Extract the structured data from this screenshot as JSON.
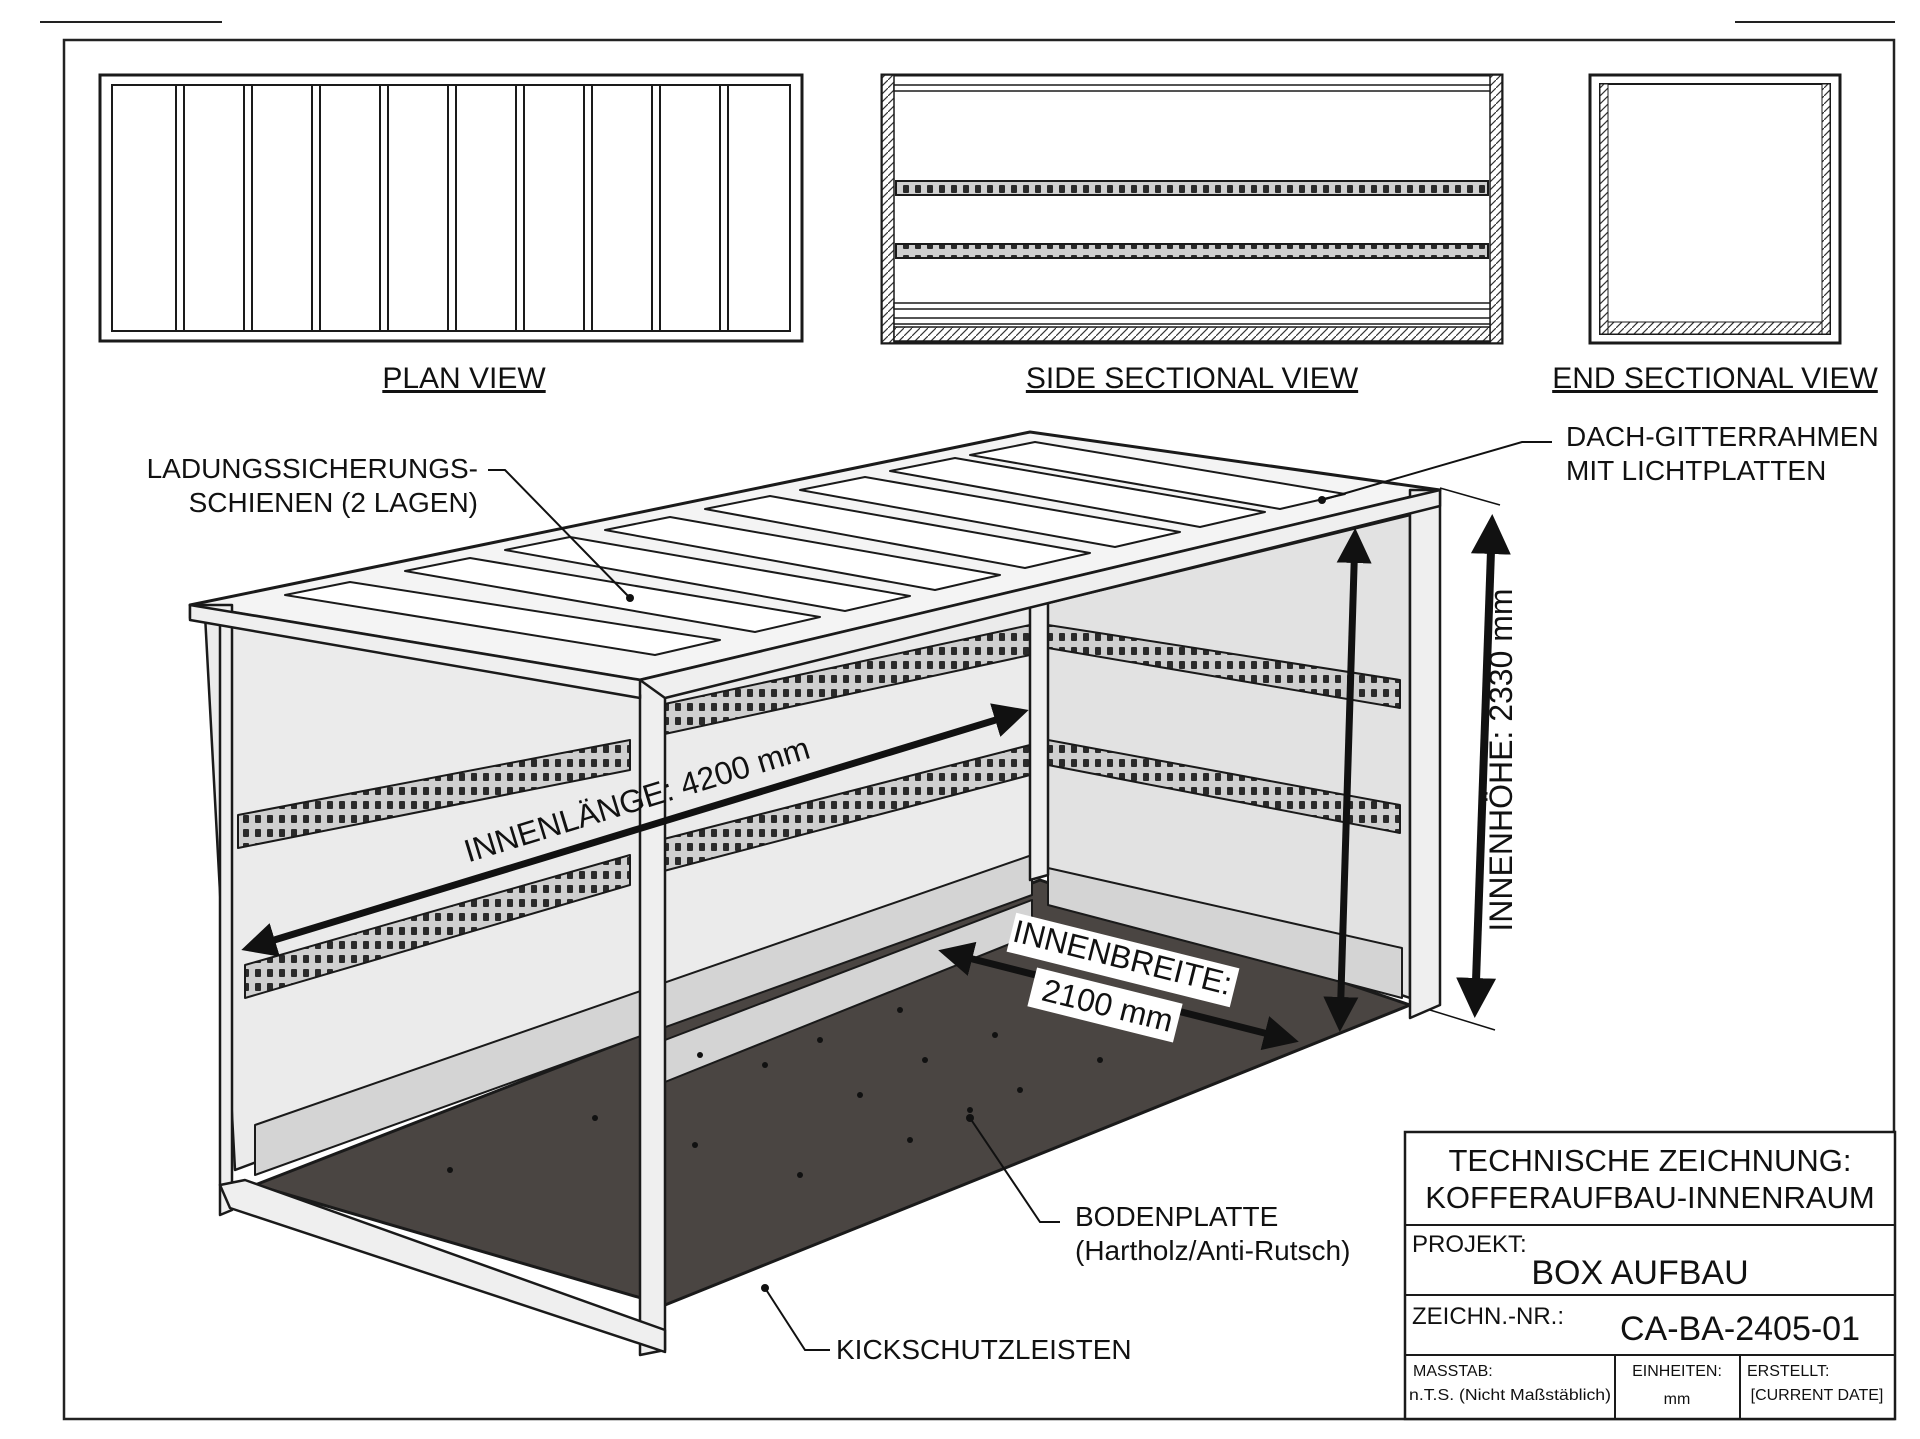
{
  "views": {
    "plan": "PLAN VIEW",
    "side_section": "SIDE SECTIONAL VIEW",
    "end_section": "END SECTIONAL VIEW"
  },
  "callouts": {
    "rails_line1": "LADUNGSSICHERUNGS-",
    "rails_line2": "SCHIENEN (2 LAGEN)",
    "roof_line1": "DACH-GITTERRAHMEN",
    "roof_line2": "MIT LICHTPLATTEN",
    "floor_line1": "BODENPLATTE",
    "floor_line2": "(Hartholz/Anti-Rutsch)",
    "kick": "KICKSCHUTZLEISTEN"
  },
  "dimensions": {
    "length": "INNENLÄNGE: 4200 mm",
    "width_line1": "INNENBREITE:",
    "width_line2": "2100 mm",
    "height": "INNENHÖHE: 2330 mm"
  },
  "title_block": {
    "title_line1": "TECHNISCHE ZEICHNUNG:",
    "title_line2": "KOFFERAUFBAU-INNENRAUM",
    "project_label": "PROJEKT:",
    "project_value": "BOX AUFBAU",
    "drawing_no_label": "ZEICHN.-NR.:",
    "drawing_no_value": "CA-BA-2405-01",
    "scale_label": "MASSTAB:",
    "scale_value": "n.T.S. (Nicht Maßstäblich)",
    "units_label": "EINHEITEN:",
    "units_value": "mm",
    "created_label": "ERSTELLT:",
    "created_value": "[CURRENT DATE]"
  },
  "colors": {
    "line": "#1a1a1a",
    "wall": "#e9e9e9",
    "wall_dark": "#d4d4d4",
    "roof_panel": "#f4f4f4",
    "floor": "#4a4542",
    "rail": "#c8c8c8"
  }
}
